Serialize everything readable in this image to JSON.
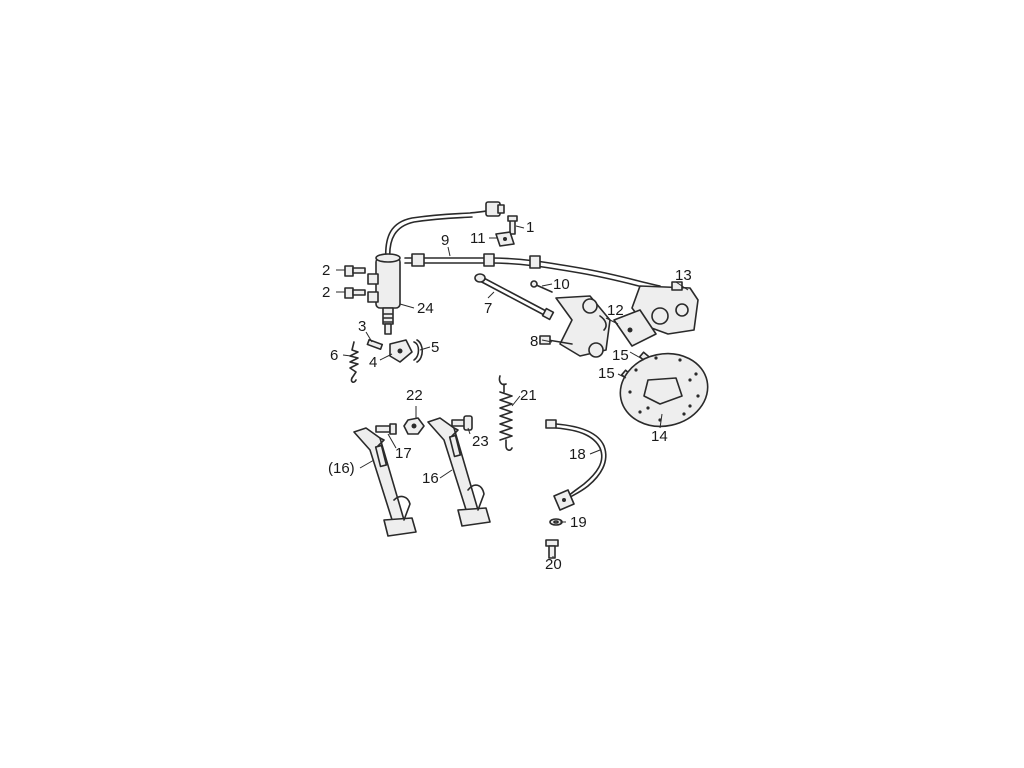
{
  "callouts": {
    "c1": "1",
    "c2a": "2",
    "c2b": "2",
    "c3": "3",
    "c4": "4",
    "c5": "5",
    "c6": "6",
    "c7": "7",
    "c8": "8",
    "c9": "9",
    "c10": "10",
    "c11": "11",
    "c12": "12",
    "c13": "13",
    "c14": "14",
    "c15a": "15",
    "c15b": "15",
    "c16a": "(16)",
    "c16b": "16",
    "c17": "17",
    "c18": "18",
    "c19": "19",
    "c20": "20",
    "c21": "21",
    "c22": "22",
    "c23": "23",
    "c24": "24"
  },
  "colors": {
    "line": "#2a2a2a",
    "background": "#ffffff"
  }
}
